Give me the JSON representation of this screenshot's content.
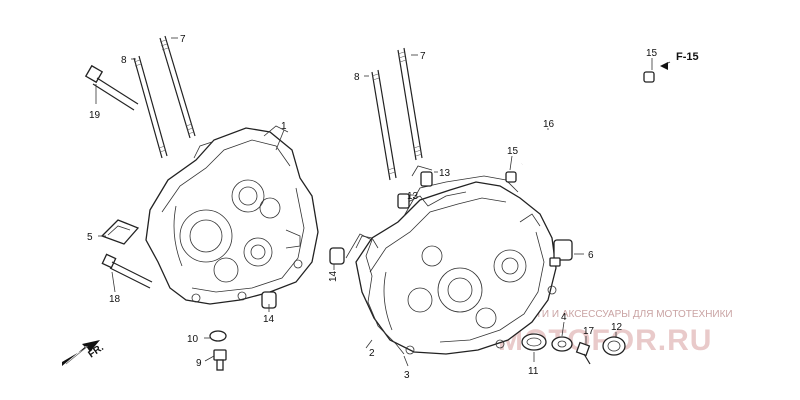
{
  "reference": {
    "text": "F-15"
  },
  "front_marker": {
    "text": "FR."
  },
  "watermark": {
    "line": "ЗАПЧАСТИ И АКСЕССУАРЫ ДЛЯ МОТОТЕХНИКИ",
    "brand": "MOTOFOR.RU"
  },
  "callouts": {
    "c1": "1",
    "c2": "2",
    "c3": "3",
    "c4": "4",
    "c5": "5",
    "c6": "6",
    "c7a": "7",
    "c7b": "7",
    "c8a": "8",
    "c8b": "8",
    "c9": "9",
    "c10": "10",
    "c11": "11",
    "c12": "12",
    "c13a": "13",
    "c13b": "13",
    "c14a": "14",
    "c14b": "14",
    "c15a": "15",
    "c15b": "15",
    "c16": "16",
    "c17": "17",
    "c18": "18",
    "c19": "19"
  }
}
